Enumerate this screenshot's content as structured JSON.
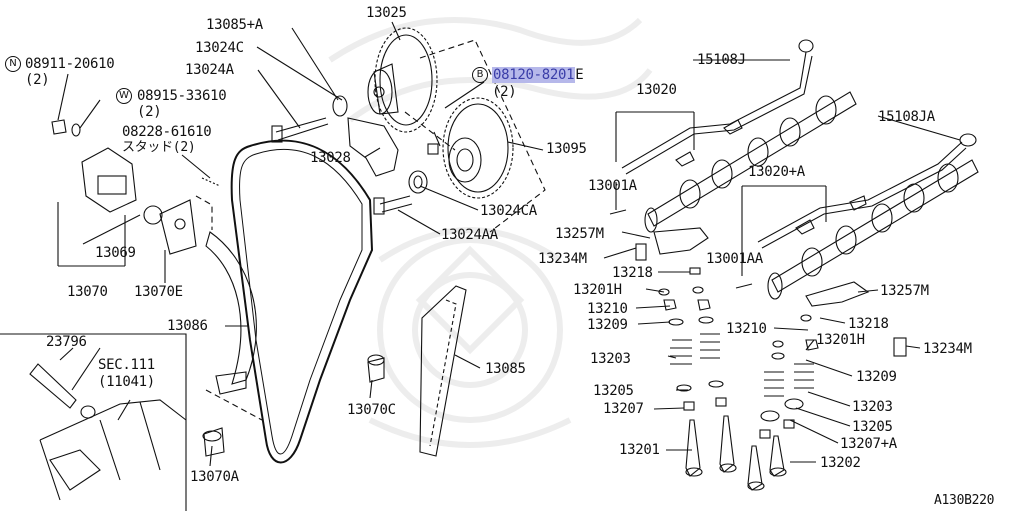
{
  "diagram_id": "A130B220",
  "colors": {
    "ink": "#111111",
    "highlight_bg": "#b6b8ea",
    "highlight_text": "#3a3da8",
    "watermark": "#ececec"
  },
  "symbols": {
    "n": "N",
    "w": "W",
    "b": "B"
  },
  "parts": {
    "p13025": "13025",
    "p13085A": "13085+A",
    "p13024C": "13024C",
    "p13024A": "13024A",
    "p08911": "08911-20610",
    "p08911_qty": "(2)",
    "p08915": "08915-33610",
    "p08915_qty": "(2)",
    "p08120": "08120-8201",
    "p08120_suffix": "E",
    "p08120_qty": "(2)",
    "p08228": "08228-61610",
    "p08228_note": "スタッド(2)",
    "p13028": "13028",
    "p13095": "13095",
    "p13024CA": "13024CA",
    "p13024AA": "13024AA",
    "p13069": "13069",
    "p13070": "13070",
    "p13070E": "13070E",
    "p13086": "13086",
    "p23796": "23796",
    "pSEC111": "SEC.111",
    "pSEC111_ref": "(11041)",
    "p13070C": "13070C",
    "p13070A": "13070A",
    "p13085": "13085",
    "p15108J": "15108J",
    "p15108JA": "15108JA",
    "p13020": "13020",
    "p13020A": "13020+A",
    "p13001A": "13001A",
    "p13001AA": "13001AA",
    "p13257M_l": "13257M",
    "p13257M_r": "13257M",
    "p13234M_l": "13234M",
    "p13234M_r": "13234M",
    "p13218_l": "13218",
    "p13218_r": "13218",
    "p13201H_l": "13201H",
    "p13201H_r": "13201H",
    "p13210_l": "13210",
    "p13210_r": "13210",
    "p13209_l": "13209",
    "p13209_r": "13209",
    "p13203_l": "13203",
    "p13203_r": "13203",
    "p13205_l": "13205",
    "p13205_r": "13205",
    "p13207": "13207",
    "p13207A": "13207+A",
    "p13201": "13201",
    "p13202": "13202"
  }
}
